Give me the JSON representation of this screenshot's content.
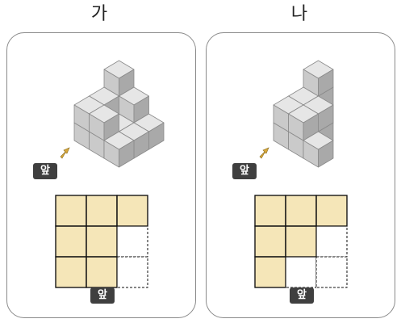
{
  "figures": [
    {
      "label": "가",
      "front_label": "앞",
      "grid_front_label": "앞",
      "cubes": [
        {
          "x": 0,
          "y": 0,
          "z": 0
        },
        {
          "x": 0,
          "y": 0,
          "z": 1
        },
        {
          "x": 1,
          "y": 0,
          "z": 0
        },
        {
          "x": 1,
          "y": 0,
          "z": 1
        },
        {
          "x": 2,
          "y": 0,
          "z": 0
        },
        {
          "x": 2,
          "y": 0,
          "z": 1
        },
        {
          "x": 2,
          "y": 0,
          "z": 2
        },
        {
          "x": 0,
          "y": 1,
          "z": 0
        },
        {
          "x": 0,
          "y": 1,
          "z": 1
        },
        {
          "x": 1,
          "y": 1,
          "z": 0
        },
        {
          "x": 2,
          "y": 1,
          "z": 0
        },
        {
          "x": 2,
          "y": 1,
          "z": 1
        },
        {
          "x": 0,
          "y": 2,
          "z": 0
        },
        {
          "x": 1,
          "y": 2,
          "z": 0
        },
        {
          "x": 2,
          "y": 2,
          "z": 0
        }
      ],
      "grid": [
        [
          "filled",
          "filled",
          "filled"
        ],
        [
          "filled",
          "filled",
          "empty"
        ],
        [
          "filled",
          "filled",
          "empty"
        ]
      ]
    },
    {
      "label": "나",
      "front_label": "앞",
      "grid_front_label": "앞",
      "cubes": [
        {
          "x": 0,
          "y": 0,
          "z": 0
        },
        {
          "x": 0,
          "y": 0,
          "z": 1
        },
        {
          "x": 1,
          "y": 0,
          "z": 0
        },
        {
          "x": 1,
          "y": 0,
          "z": 1
        },
        {
          "x": 2,
          "y": 0,
          "z": 0
        },
        {
          "x": 2,
          "y": 0,
          "z": 1
        },
        {
          "x": 2,
          "y": 0,
          "z": 2
        },
        {
          "x": 0,
          "y": 1,
          "z": 0
        },
        {
          "x": 0,
          "y": 1,
          "z": 1
        },
        {
          "x": 1,
          "y": 1,
          "z": 0
        },
        {
          "x": 1,
          "y": 1,
          "z": 1
        },
        {
          "x": 0,
          "y": 2,
          "z": 0
        }
      ],
      "grid": [
        [
          "filled",
          "filled",
          "filled"
        ],
        [
          "filled",
          "filled",
          "empty"
        ],
        [
          "filled",
          "empty",
          "empty"
        ]
      ]
    }
  ],
  "colors": {
    "cube_top": "#e6e6e6",
    "cube_left": "#cacaca",
    "cube_right": "#a9a9a9",
    "cube_edge": "#8a8a8a",
    "grid_fill": "#f5e6b8",
    "grid_line": "#111111",
    "arrow": "#d9a93b"
  }
}
